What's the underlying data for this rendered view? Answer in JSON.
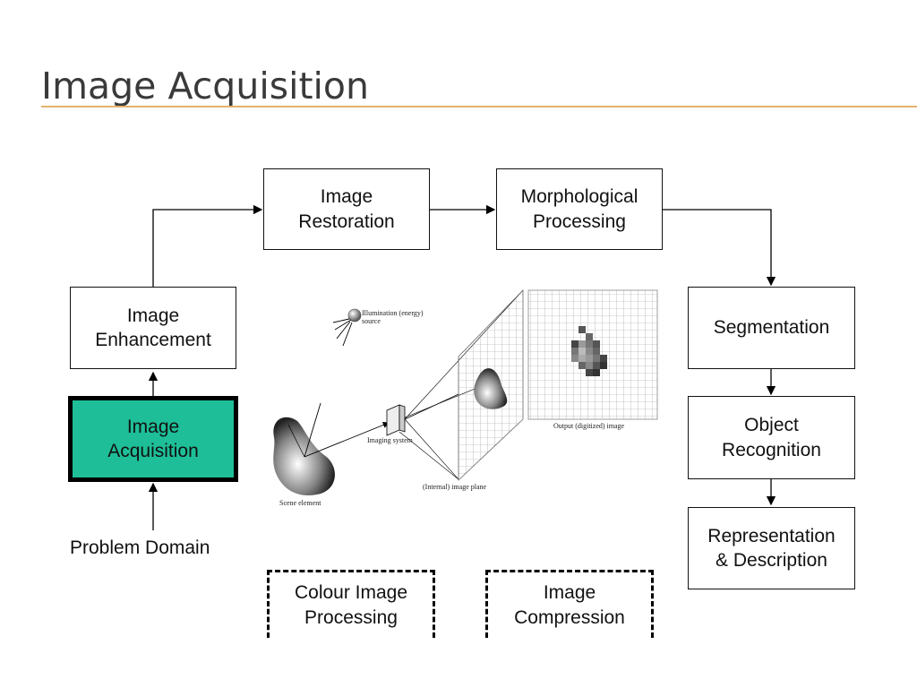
{
  "slide": {
    "title": "Image Acquisition"
  },
  "diagram": {
    "boxes": {
      "image_restoration": "Image\nRestoration",
      "morphological_processing": "Morphological\nProcessing",
      "image_enhancement": "Image\nEnhancement",
      "image_acquisition": "Image\nAcquisition",
      "segmentation": "Segmentation",
      "object_recognition": "Object\nRecognition",
      "representation_description": "Representation\n& Description",
      "colour_image_processing": "Colour Image\nProcessing",
      "image_compression": "Image\nCompression"
    },
    "problem_domain": "Problem Domain",
    "highlight_color": "#1ebf98"
  },
  "illustration": {
    "illumination_source": "Illumination (energy)\nsource",
    "imaging_system": "Imaging system",
    "internal_image_plane": "(Internal) image plane",
    "output_image": "Output (digitized) image",
    "scene_element": "Scene element"
  }
}
